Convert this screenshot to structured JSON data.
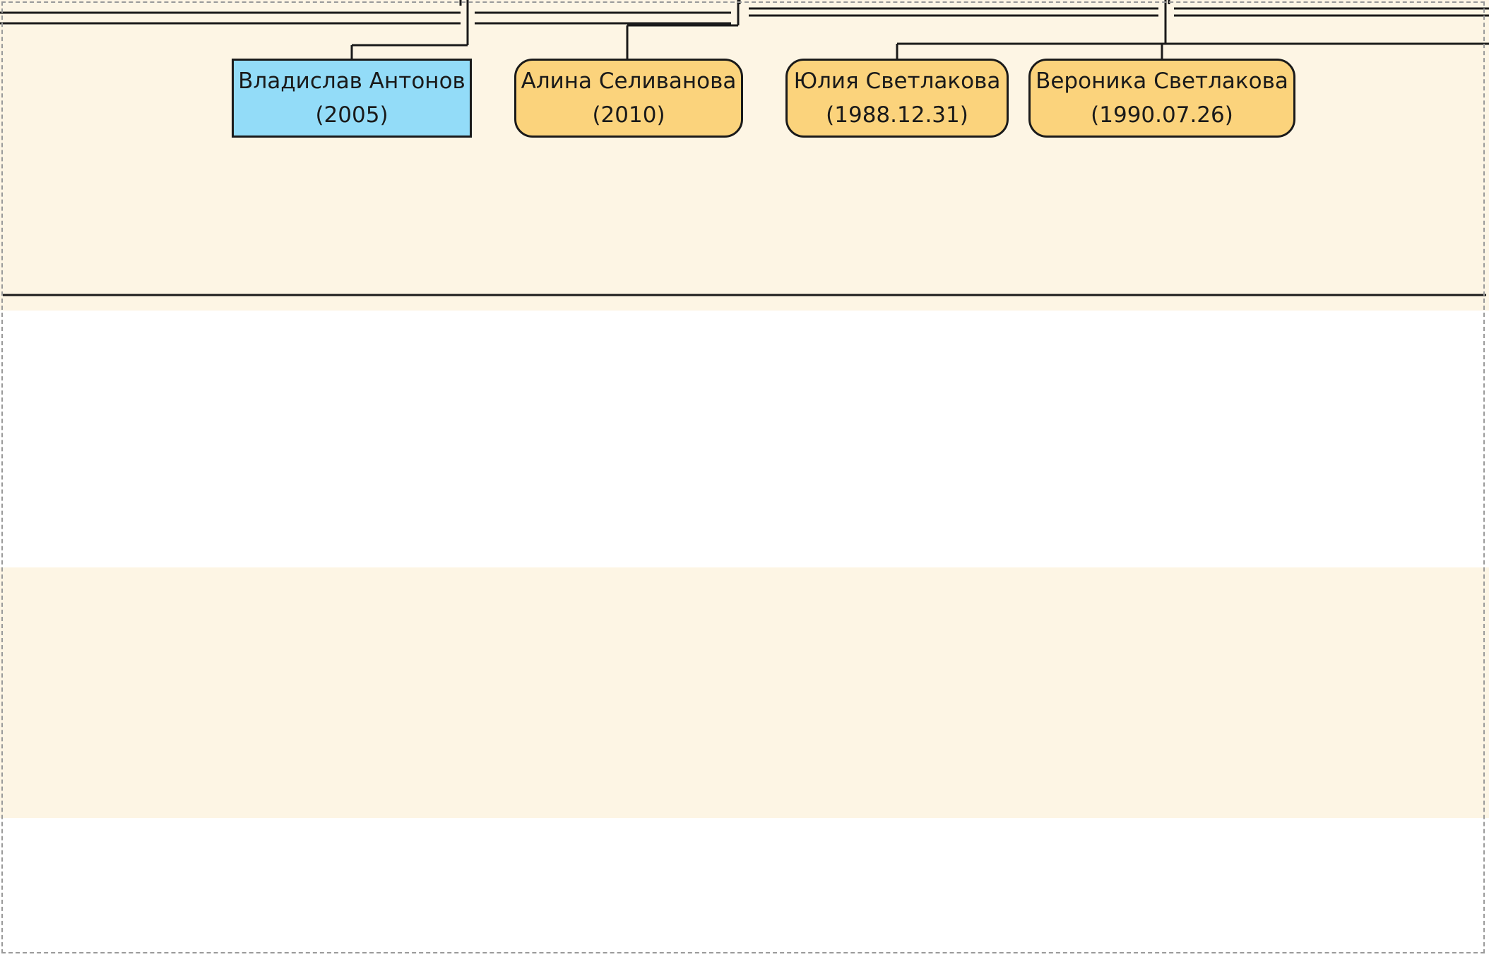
{
  "colors": {
    "band_light": "#fdf5e4",
    "band_white": "#ffffff",
    "male_box": "#93dcf8",
    "female_box": "#fbd37c",
    "line": "#1a1a1a",
    "page_border": "#9a9a9a"
  },
  "people": [
    {
      "name": "Владислав Антонов",
      "date": "(2005)",
      "gender": "male"
    },
    {
      "name": "Алина Селиванова",
      "date": "(2010)",
      "gender": "female"
    },
    {
      "name": "Юлия Светлакова",
      "date": "(1988.12.31)",
      "gender": "female"
    },
    {
      "name": "Вероника Светлакова",
      "date": "(1990.07.26)",
      "gender": "female"
    }
  ]
}
